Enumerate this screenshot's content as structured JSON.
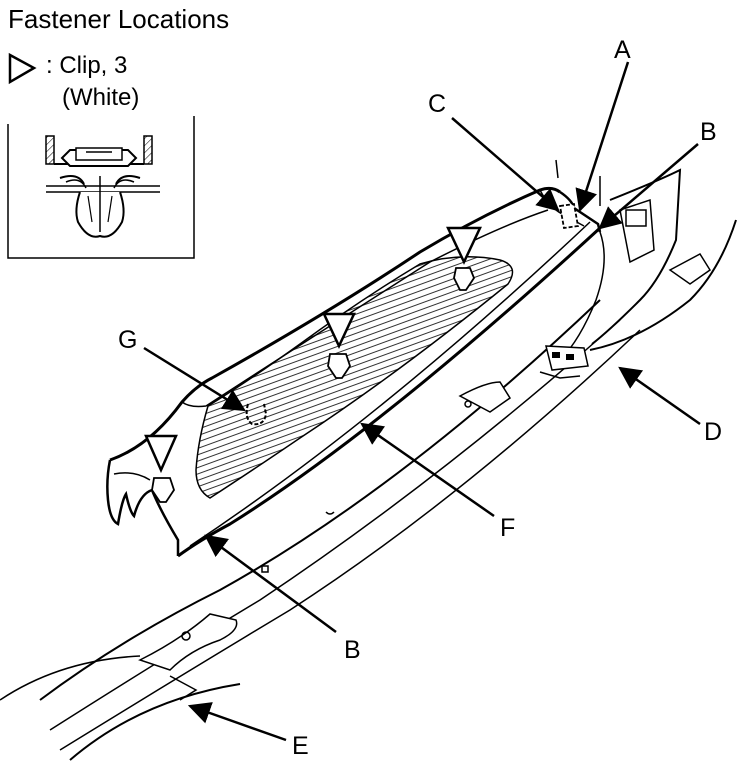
{
  "title": "Fastener Locations",
  "legend": {
    "symbol_icon": "triangle-outline-icon",
    "line1": ": Clip, 3",
    "line2": "(White)"
  },
  "callouts": {
    "A": "A",
    "B_top": "B",
    "C": "C",
    "D": "D",
    "E": "E",
    "F": "F",
    "G": "G",
    "B_bottom": "B"
  },
  "colors": {
    "line": "#000000",
    "background": "#ffffff"
  }
}
